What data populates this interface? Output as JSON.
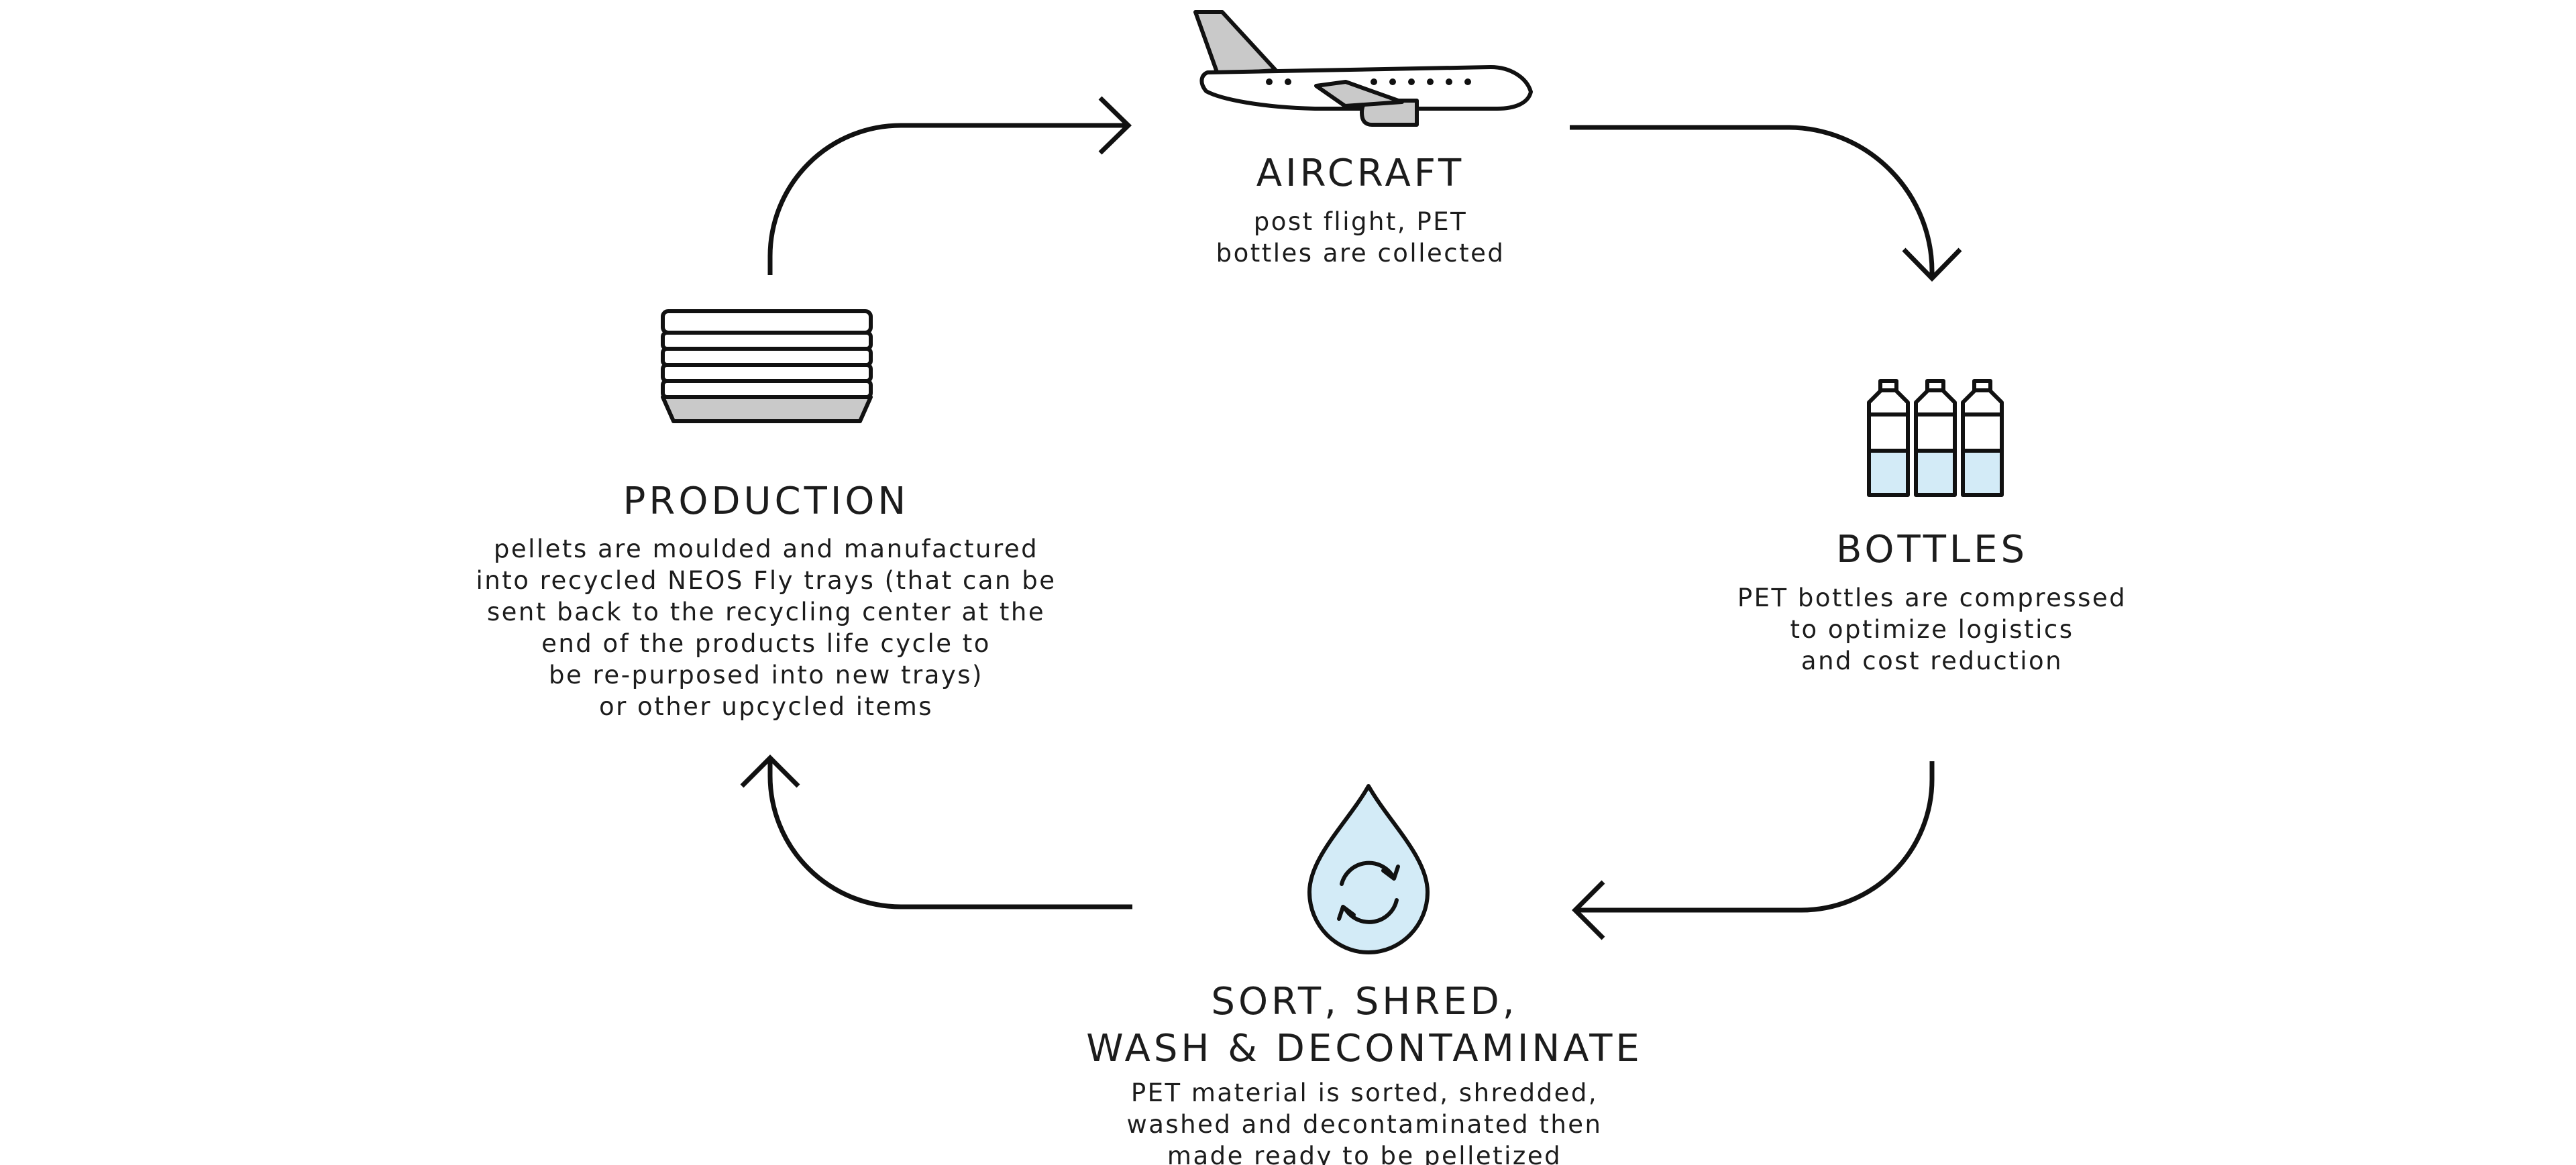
{
  "nodes": {
    "aircraft": {
      "title": "AIRCRAFT",
      "desc": [
        "post flight, PET",
        "bottles are collected"
      ],
      "icon": "airplane-icon"
    },
    "bottles": {
      "title": "BOTTLES",
      "desc": [
        "PET bottles are compressed",
        "to optimize logistics",
        "and cost reduction"
      ],
      "icon": "bottles-icon"
    },
    "sort": {
      "title": [
        "SORT, SHRED,",
        "WASH & DECONTAMINATE"
      ],
      "desc": [
        "PET material is sorted, shredded,",
        "washed and decontaminated then",
        "made ready to be pelletized"
      ],
      "icon": "water-drop-recycle-icon"
    },
    "production": {
      "title": "PRODUCTION",
      "desc": [
        "pellets are moulded and manufactured",
        "into recycled NEOS Fly trays (that can be",
        "sent back to the recycling center at the",
        "end of the products life cycle to",
        "be re-purposed into new trays)",
        "or other upcycled items"
      ],
      "icon": "stacked-trays-icon"
    }
  },
  "colors": {
    "ink": "#111111",
    "grey_fill": "#c9c9c9",
    "blue_fill": "#d3ebf7",
    "background": "#ffffff"
  }
}
